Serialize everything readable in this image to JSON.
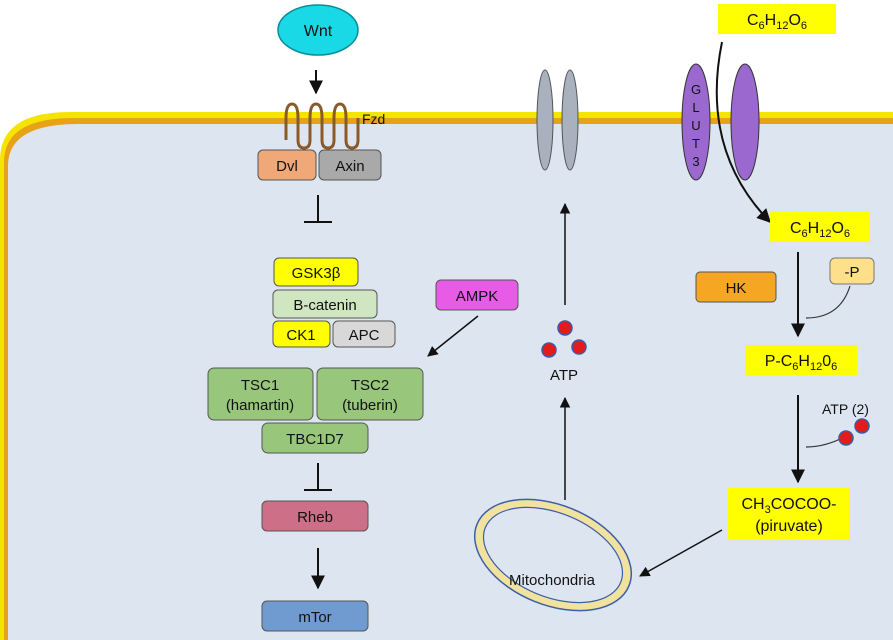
{
  "nodes": {
    "wnt": "Wnt",
    "fzd": "Fzd",
    "dvl": "Dvl",
    "axin": "Axin",
    "gsk3b": "GSK3β",
    "bcatenin": "B-catenin",
    "ck1": "CK1",
    "apc": "APC",
    "ampk": "AMPK",
    "tsc1_line1": "TSC1",
    "tsc1_line2": "(hamartin)",
    "tsc2_line1": "TSC2",
    "tsc2_line2": "(tuberin)",
    "tbc1d7": "TBC1D7",
    "rheb": "Rheb",
    "mtor": "mTor",
    "atp": "ATP",
    "mitochondria": "Mitochondria",
    "glut3": [
      "G",
      "L",
      "U",
      "T",
      "3"
    ],
    "hk": "HK",
    "phosphate": "-P",
    "atp2": "ATP (2)",
    "glucose_outside": {
      "main": "C",
      "parts": [
        {
          "t": "C"
        },
        {
          "t": "6",
          "sub": true
        },
        {
          "t": "H"
        },
        {
          "t": "12",
          "sub": true
        },
        {
          "t": "O"
        },
        {
          "t": "6",
          "sub": true
        }
      ]
    },
    "glucose_inside": {
      "parts": [
        {
          "t": "C"
        },
        {
          "t": "6",
          "sub": true
        },
        {
          "t": "H"
        },
        {
          "t": "12",
          "sub": true
        },
        {
          "t": "O"
        },
        {
          "t": "6",
          "sub": true
        }
      ]
    },
    "g6p": {
      "parts": [
        {
          "t": "P-C"
        },
        {
          "t": "6",
          "sub": true
        },
        {
          "t": "H"
        },
        {
          "t": "12",
          "sub": true
        },
        {
          "t": "0"
        },
        {
          "t": "6",
          "sub": true
        }
      ]
    },
    "pyruvate_line1": {
      "parts": [
        {
          "t": "CH"
        },
        {
          "t": "3",
          "sub": true
        },
        {
          "t": "COCOO-"
        }
      ]
    },
    "pyruvate_line2": "(piruvate)"
  },
  "colors": {
    "cytoplasm": "#dde6f0",
    "membrane_outer": "#f5e400",
    "membrane_inner": "#e8a21a",
    "wnt": "#19d9e6",
    "dvl": "#f0a878",
    "axin": "#a9a9a9",
    "yellow_box": "#ffff00",
    "green_box": "#98c77c",
    "green_light": "#cfe6c0",
    "apc": "#d8d8d8",
    "ampk": "#e75be7",
    "rheb": "#cc6f87",
    "mtor": "#6f9bd0",
    "glut3": "#9a68cf",
    "hk": "#f5a623",
    "phosphate": "#ffe08a",
    "channel": "#a9b1bf",
    "atp_dot": "#e31b1b",
    "mito_ring": "#f1e2a0"
  }
}
